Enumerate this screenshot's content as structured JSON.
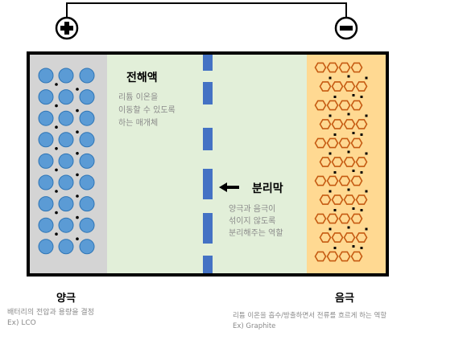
{
  "electrolyte": {
    "title": "전해액",
    "desc_lines": [
      "리튬 이온을",
      "이동할 수 있도록",
      "하는 매개체"
    ]
  },
  "separator": {
    "title": "분리막",
    "desc_lines": [
      "양극과 음극이",
      "섞이지 않도록",
      "분리해주는 역할"
    ]
  },
  "cathode": {
    "title": "양극",
    "desc_lines": [
      "배터리의 전압과 용량을 결정",
      "Ex) LCO"
    ]
  },
  "anode": {
    "title": "음극",
    "desc_lines": [
      "리튬 이온을 흡수/방출하면서 전류를 흐르게 하는 역할",
      "Ex) Graphite"
    ]
  },
  "terminals": {
    "positive": "+",
    "negative": "−"
  },
  "colors": {
    "cathode_bg": "#d4d4d4",
    "electrolyte_bg": "#e2efd9",
    "anode_bg": "#ffd992",
    "separator": "#4472c4",
    "ion": "#5b9bd5",
    "graphite": "#c55a11",
    "text_gray": "#8a8a8a"
  }
}
